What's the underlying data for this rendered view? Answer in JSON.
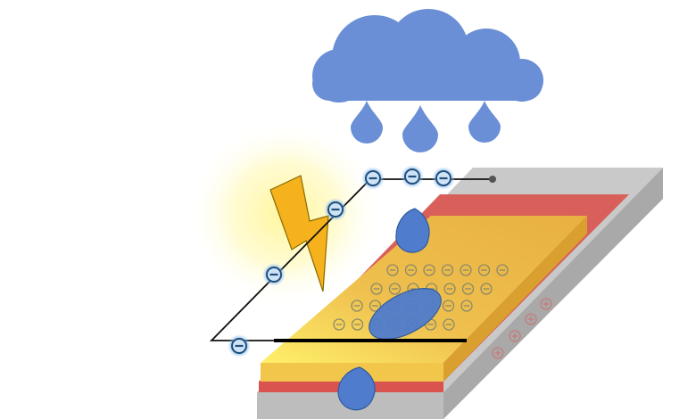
{
  "colors": {
    "cloud": "#6a8fd6",
    "water": "#4f7ccc",
    "substrate_top": "#c9c9c9",
    "substrate_side": "#a9a9a9",
    "electrode": "#d9605a",
    "active_layer": "#e9b243",
    "bolt": "#f5b21c",
    "glow": "#fff7a8",
    "charge_neg": "#8a8a6a",
    "charge_pos": "#c77a7a",
    "electron": "#1f4f7a"
  },
  "counts": {
    "surface_negative_rows": 4,
    "surface_negative_cols": 7,
    "positive_charges": 4,
    "wire_electrons": 6,
    "rain_drops": 3
  }
}
